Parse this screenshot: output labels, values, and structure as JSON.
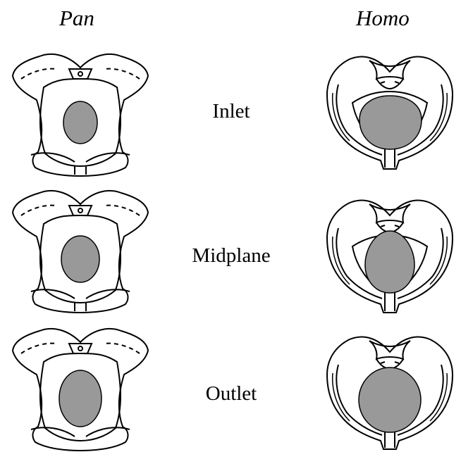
{
  "headers": {
    "left": "Pan",
    "right": "Homo"
  },
  "rows": [
    {
      "label": "Inlet"
    },
    {
      "label": "Midplane"
    },
    {
      "label": "Outlet"
    }
  ],
  "colors": {
    "canal_fill": "#999999",
    "outline": "#000000",
    "background": "#ffffff"
  }
}
